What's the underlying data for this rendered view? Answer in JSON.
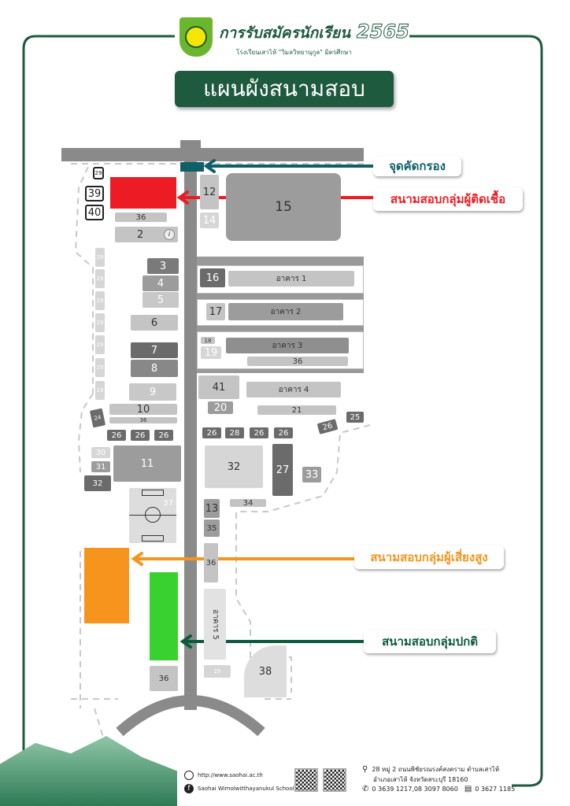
{
  "header": {
    "title": "การรับสมัครนักเรียน",
    "year": "2565",
    "subtitle": "โรงเรียนเสาไห้ \"วิมลวิทยานุกูล\" มิตรศึกษา"
  },
  "page_title": "แผนผังสนามสอบ",
  "callouts": {
    "screening": "จุดคัดกรอง",
    "infected": "สนามสอบกลุ่มผู้ติดเชื้อ",
    "high_risk": "สนามสอบกลุ่มผู้เสี่ยงสูง",
    "normal": "สนามสอบกลุ่มปกติ"
  },
  "colors": {
    "brand": "#1e5a3e",
    "screening": "#0e6066",
    "infected": "#ed1c24",
    "high_risk": "#f7941d",
    "normal": "#39d12f"
  },
  "buildings": {
    "b29": "29",
    "b39": "39",
    "b40": "40",
    "b36": "36",
    "b2": "2",
    "b12": "12",
    "b14": "14",
    "b15": "15",
    "b16": "16",
    "a1": "อาคาร 1",
    "b17": "17",
    "a2": "อาคาร 2",
    "b18": "18",
    "b19": "19",
    "a3": "อาคาร 3",
    "b41": "41",
    "b20": "20",
    "a4": "อาคาร 4",
    "b21": "21",
    "b3": "3",
    "b4": "4",
    "b5": "5",
    "b6": "6",
    "b7": "7",
    "b8": "8",
    "b9": "9",
    "b10": "10",
    "b24": "24",
    "b26": "26",
    "b28": "28",
    "b25": "25",
    "b30": "30",
    "b31": "31",
    "b32": "32",
    "b11": "11",
    "b37": "37",
    "b27": "27",
    "b33": "33",
    "b34": "34",
    "b13": "13",
    "b35": "35",
    "a5": "อาคาร 5",
    "b38": "38"
  },
  "footer": {
    "website": "http://www.saohai.ac.th",
    "facebook": "Saohai Wimolwitthayanukul School.",
    "address1": "28 หมู่ 2 ถนนพิชัยรณรงค์สงคราม ตำบลเสาไห้",
    "address2": "อำเภอเสาไห้ จังหวัดสระบุรี 18160",
    "phone": "0 3639 1217,08 3097 8060",
    "fax": "0 3627 1185"
  }
}
